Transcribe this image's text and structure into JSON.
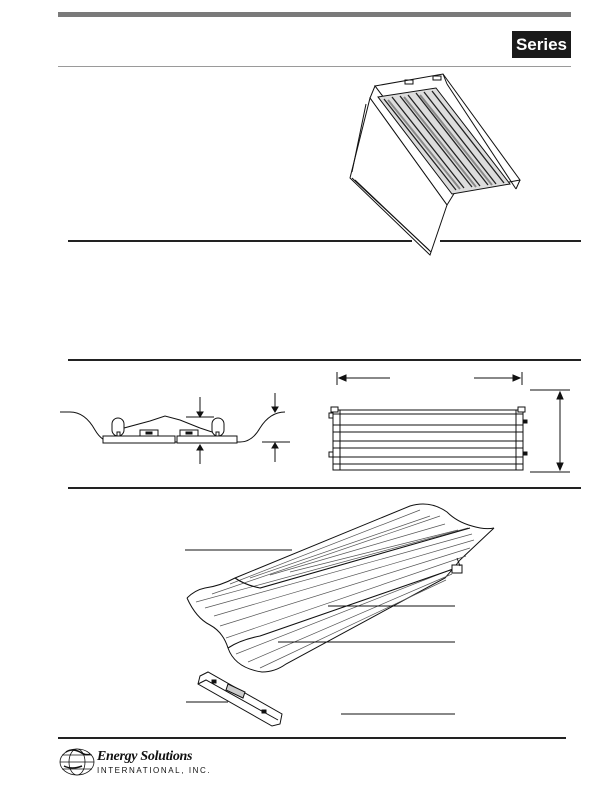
{
  "header": {
    "badge_label": "Series"
  },
  "footer": {
    "company_name": "Energy Solutions",
    "company_suffix": "INTERNATIONAL, INC."
  },
  "illustrations": {
    "fixture_icon": "high-bay-fixture-isometric",
    "cross_section_icon": "lamp-cross-section-diagram",
    "front_view_icon": "fixture-front-view-diagram",
    "reflector_icon": "corrugated-reflector-exploded-view",
    "bracket_icon": "mounting-bracket"
  },
  "colors": {
    "badge_background": "#1a1a1a",
    "rule_color": "#222222"
  }
}
